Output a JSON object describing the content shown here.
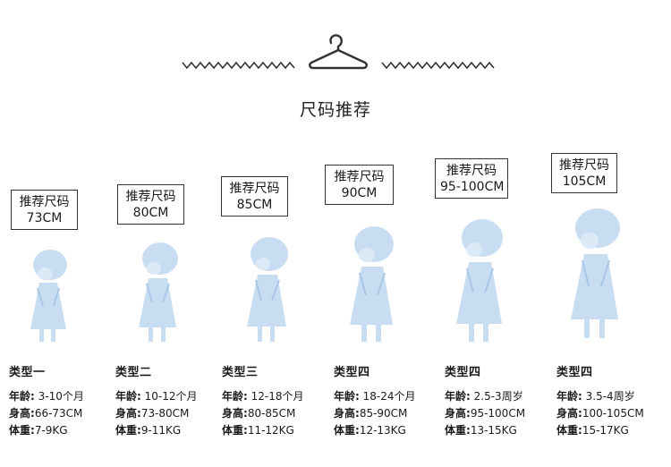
{
  "header": {
    "title": "尺码推荐"
  },
  "sizes": [
    {
      "label": "推荐尺码",
      "size": "73CM",
      "type": "类型一",
      "age_label": "年龄:",
      "age": "3-10个月",
      "height_label": "身高:",
      "height": "66-73CM",
      "weight_label": "体重:",
      "weight": "7-9KG"
    },
    {
      "label": "推荐尺码",
      "size": "80CM",
      "type": "类型二",
      "age_label": "年龄:",
      "age": "10-12个月",
      "height_label": "身高:",
      "height": "73-80CM",
      "weight_label": "体重:",
      "weight": "9-11KG"
    },
    {
      "label": "推荐尺码",
      "size": "85CM",
      "type": "类型三",
      "age_label": "年龄:",
      "age": "12-18个月",
      "height_label": "身高:",
      "height": "80-85CM",
      "weight_label": "体重:",
      "weight": "11-12KG"
    },
    {
      "label": "推荐尺码",
      "size": "90CM",
      "type": "类型四",
      "age_label": "年龄:",
      "age": "18-24个月",
      "height_label": "身高:",
      "height": "85-90CM",
      "weight_label": "体重:",
      "weight": "12-13KG"
    },
    {
      "label": "推荐尺码",
      "size": "95-100CM",
      "type": "类型四",
      "age_label": "年龄:",
      "age": "2.5-3周岁",
      "height_label": "身高:",
      "height": "95-100CM",
      "weight_label": "体重:",
      "weight": "13-15KG"
    },
    {
      "label": "推荐尺码",
      "size": "105CM",
      "type": "类型四",
      "age_label": "年龄:",
      "age": "3.5-4周岁",
      "height_label": "身高:",
      "height": "100-105CM",
      "weight_label": "体重:",
      "weight": "15-17KG"
    }
  ],
  "icons": {
    "hanger": "hanger-icon",
    "zigzag": "zigzag-divider",
    "child": "child-silhouette-icon"
  },
  "colors": {
    "figure": "#c9ddf2",
    "figure_line": "#a9c6e6",
    "text": "#1a1a1a",
    "box_border": "#333333"
  }
}
